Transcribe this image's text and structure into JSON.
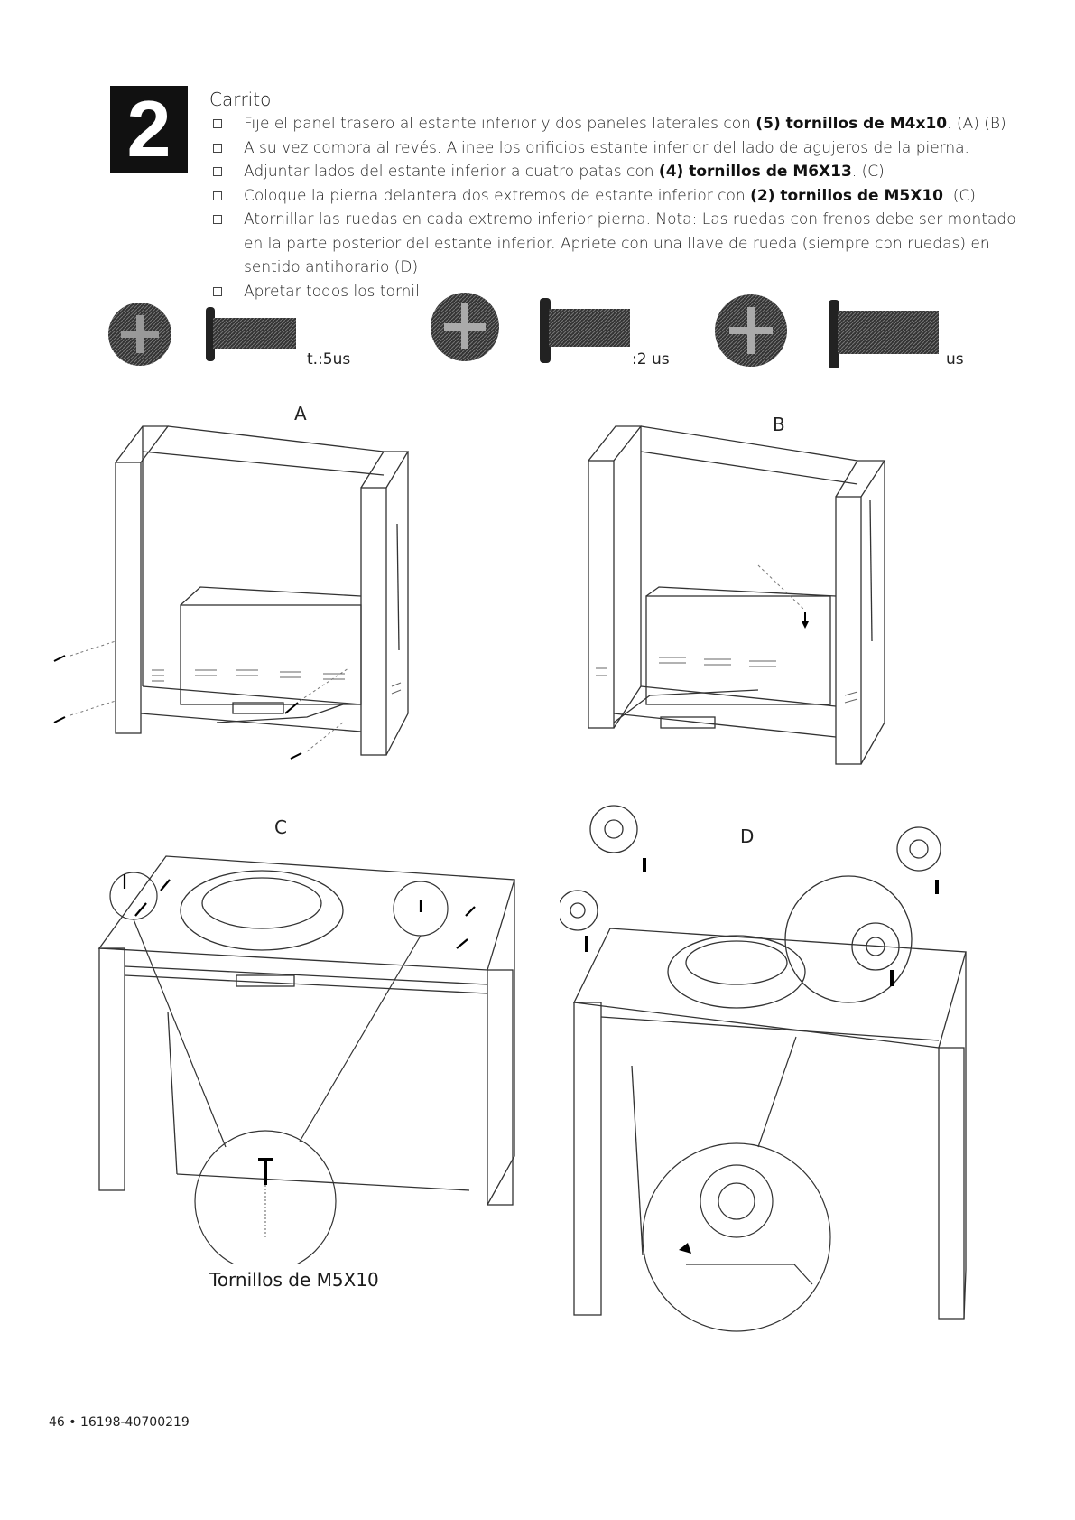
{
  "step": {
    "number": "2",
    "title": "Carrito"
  },
  "instructions": [
    {
      "pre": "Fije el panel trasero al estante inferior y dos paneles laterales con ",
      "bold": "(5) tornillos de M4x10",
      "post": ". (A) (B)"
    },
    {
      "pre": "A su vez compra al revés. Alinee los orificios estante inferior del lado de agujeros de la pierna.",
      "bold": "",
      "post": ""
    },
    {
      "pre": "Adjuntar lados del estante inferior a cuatro patas con ",
      "bold": "(4) tornillos de M6X13",
      "post": ". (C)"
    },
    {
      "pre": "Coloque la pierna delantera dos extremos de estante inferior con ",
      "bold": "(2) tornillos de M5X10",
      "post": ". (C)"
    },
    {
      "pre": "Atornillar las ruedas en cada extremo inferior pierna. Nota: Las ruedas con frenos debe ser montado en la parte posterior del estante inferior. Apriete con una llave de rueda (siempre con ruedas) en sentido antihorario (D)",
      "bold": "",
      "post": ""
    },
    {
      "pre": "Apretar todos los tornil",
      "bold": "",
      "post": ""
    }
  ],
  "hardware": [
    {
      "qty": "t.:5us",
      "icon": "screw-m4x10-icon"
    },
    {
      "qty": ":2 us",
      "icon": "screw-m5x10-icon"
    },
    {
      "qty": "us",
      "icon": "screw-m6x13-icon"
    }
  ],
  "figures": {
    "a": "A",
    "b": "B",
    "c": "C",
    "d": "D"
  },
  "callout": "Tornillos de M5X10",
  "footer": "46 • 16198-40700219"
}
